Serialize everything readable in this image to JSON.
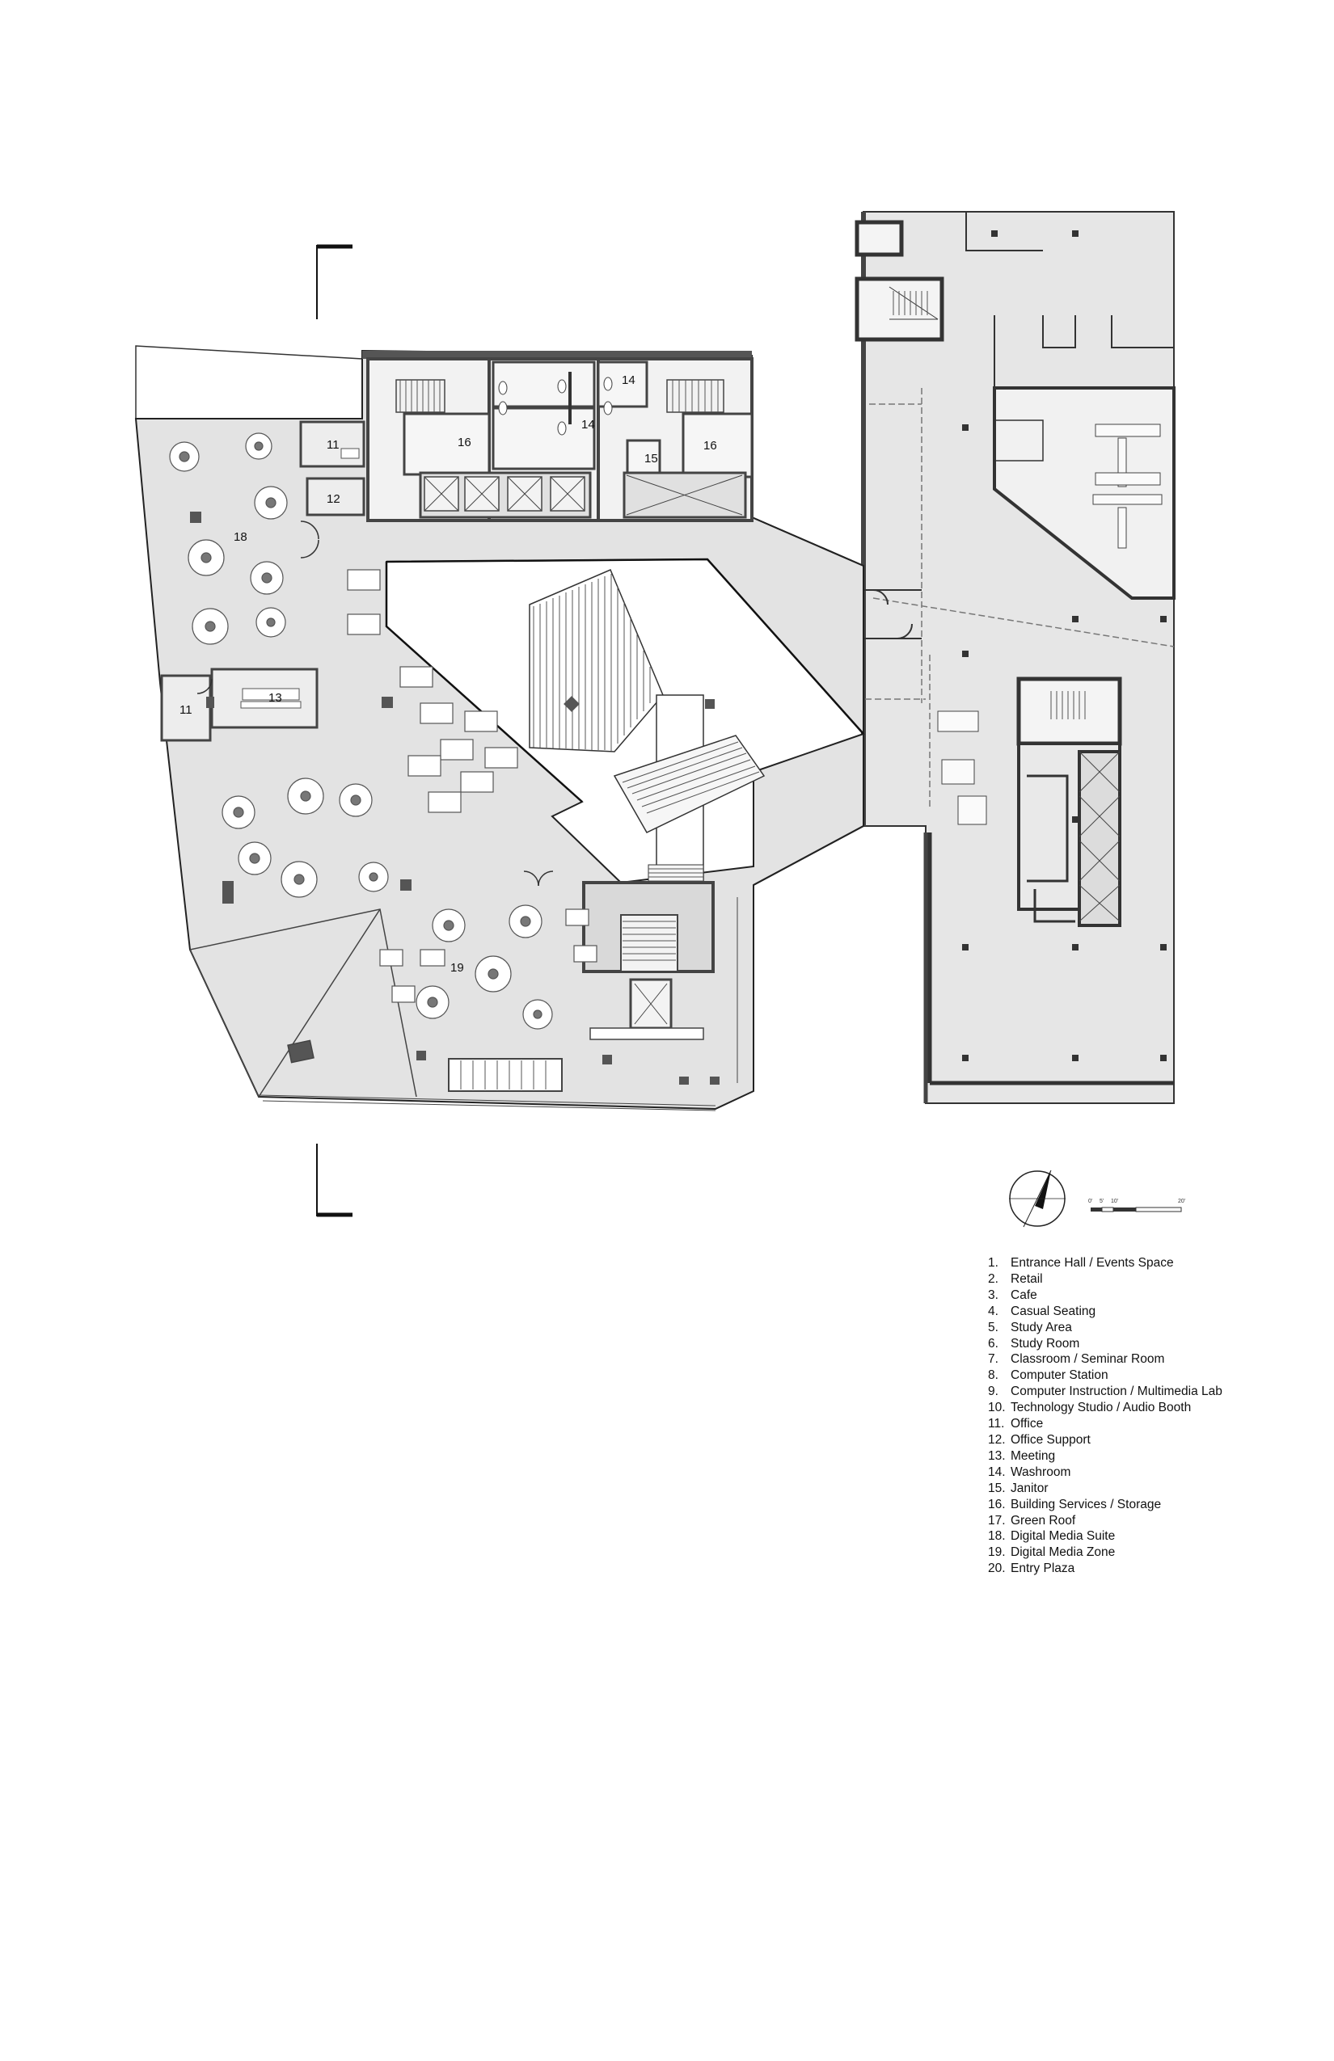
{
  "room_labels": [
    {
      "id": "18",
      "text": "18"
    },
    {
      "id": "11a",
      "text": "11"
    },
    {
      "id": "12",
      "text": "12"
    },
    {
      "id": "11b",
      "text": "11"
    },
    {
      "id": "13",
      "text": "13"
    },
    {
      "id": "16a",
      "text": "16"
    },
    {
      "id": "14a",
      "text": "14"
    },
    {
      "id": "14b",
      "text": "14"
    },
    {
      "id": "15",
      "text": "15"
    },
    {
      "id": "16b",
      "text": "16"
    },
    {
      "id": "19",
      "text": "19"
    }
  ],
  "scale_bar": {
    "labels": [
      "0'",
      "5'",
      "10'",
      "20'"
    ]
  },
  "legend": [
    {
      "num": "1.",
      "label": "Entrance Hall / Events Space"
    },
    {
      "num": "2.",
      "label": "Retail"
    },
    {
      "num": "3.",
      "label": "Cafe"
    },
    {
      "num": "4.",
      "label": "Casual Seating"
    },
    {
      "num": "5.",
      "label": "Study Area"
    },
    {
      "num": "6.",
      "label": "Study Room"
    },
    {
      "num": "7.",
      "label": "Classroom / Seminar Room"
    },
    {
      "num": "8.",
      "label": "Computer Station"
    },
    {
      "num": "9.",
      "label": "Computer Instruction / Multimedia Lab"
    },
    {
      "num": "10.",
      "label": "Technology Studio / Audio Booth"
    },
    {
      "num": "11.",
      "label": "Office"
    },
    {
      "num": "12.",
      "label": "Office Support"
    },
    {
      "num": "13.",
      "label": "Meeting"
    },
    {
      "num": "14.",
      "label": "Washroom"
    },
    {
      "num": "15.",
      "label": "Janitor"
    },
    {
      "num": "16.",
      "label": "Building Services / Storage"
    },
    {
      "num": "17.",
      "label": "Green Roof"
    },
    {
      "num": "18.",
      "label": "Digital Media Suite"
    },
    {
      "num": "19.",
      "label": "Digital Media Zone"
    },
    {
      "num": "20.",
      "label": "Entry Plaza"
    }
  ],
  "colors": {
    "floor": "#e3e3e3",
    "wall": "#4a4a4a",
    "line": "#222222",
    "furniture": "#6a6a6a"
  }
}
